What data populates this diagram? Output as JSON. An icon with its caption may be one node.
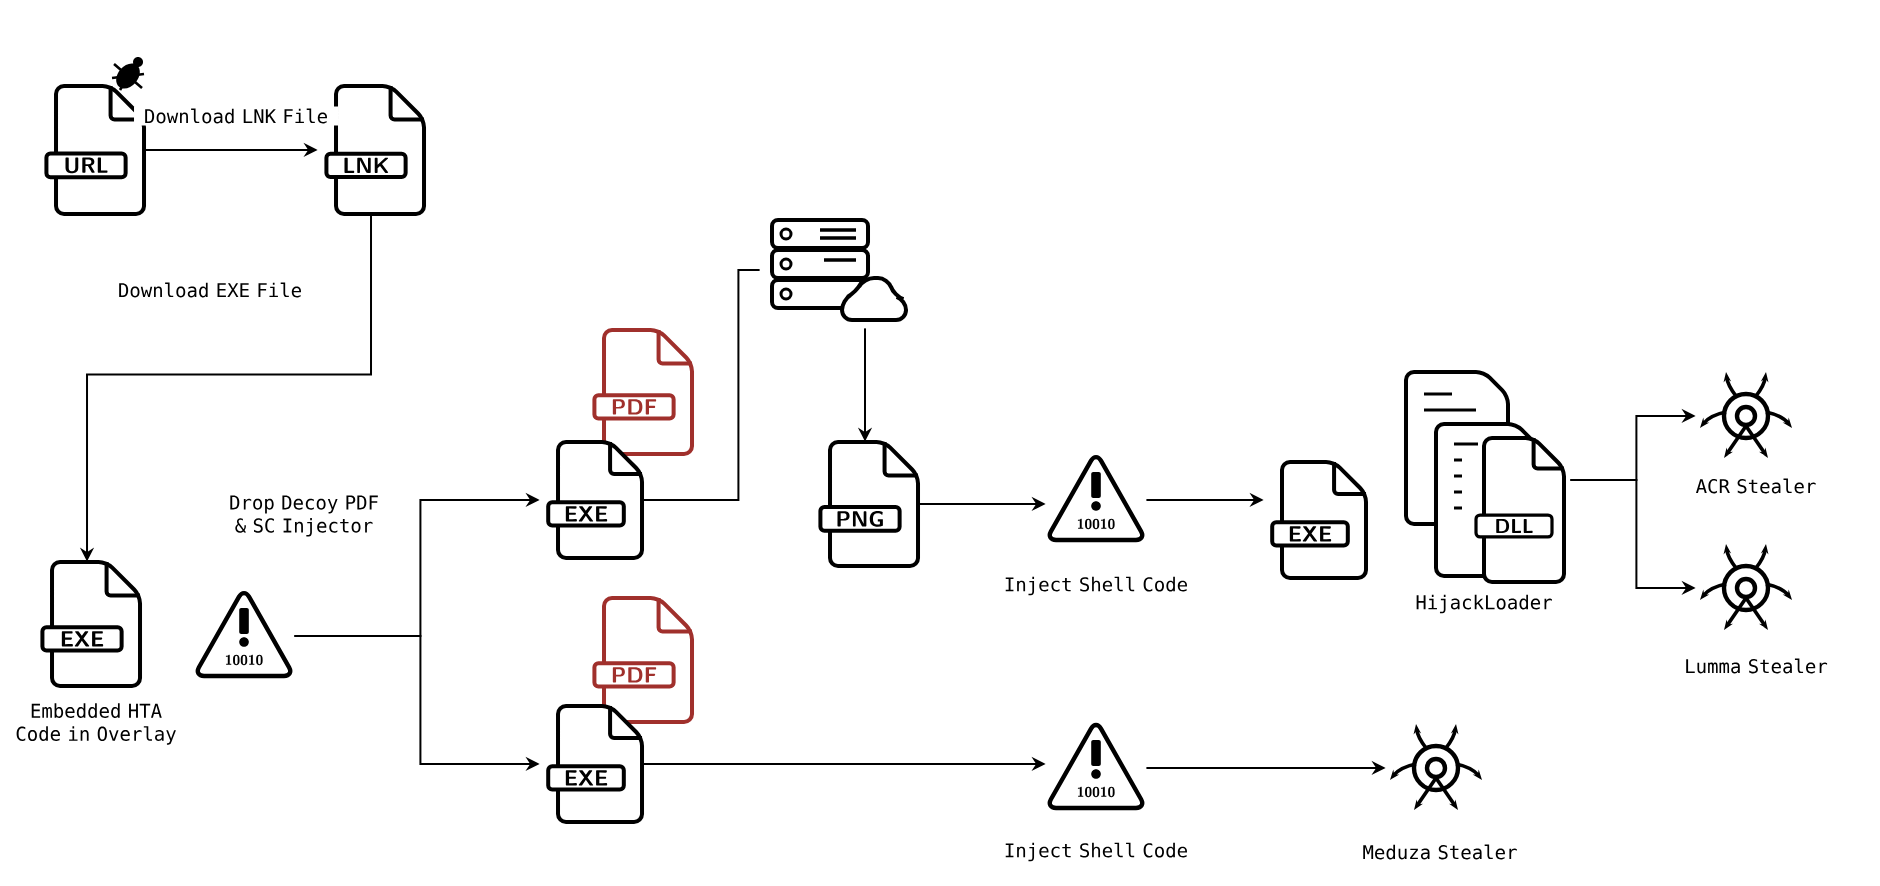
{
  "diagram": {
    "nodes": [
      {
        "text": [
          "URL"
        ]
      },
      {
        "text": [
          "LNK"
        ]
      },
      {
        "text": [
          "EXE"
        ],
        "beside": [
          "Embedded HTA Code in Overlay"
        ]
      },
      {
        "text": [
          "10010"
        ]
      },
      {
        "text": [
          "PDF"
        ]
      },
      {
        "text": [
          "EXE"
        ]
      },
      {
        "text": [],
        "shape": "server"
      },
      {
        "text": [
          "PNG"
        ]
      },
      {
        "text": [
          "10010"
        ],
        "beside": [
          "Inject Shell Code"
        ]
      },
      {
        "text": [
          "EXE"
        ]
      },
      {
        "text": [
          "DLL"
        ],
        "beside": [
          "HijackLoader"
        ]
      },
      {
        "text": [],
        "shape": "picture",
        "beside": [
          "ACR Stealer"
        ]
      },
      {
        "text": [],
        "shape": "picture",
        "beside": [
          "Lumma Stealer"
        ]
      },
      {
        "text": [
          "PDF"
        ]
      },
      {
        "text": [
          "EXE"
        ]
      },
      {
        "text": [
          "10010"
        ],
        "beside": [
          "Inject Shell Code"
        ]
      },
      {
        "text": [],
        "shape": "picture",
        "beside": [
          "Meduza Stealer"
        ]
      }
    ],
    "edges": [
      {
        "from": 0,
        "to": 1,
        "arrow": "to",
        "label": "Download LNK File"
      },
      {
        "from": 1,
        "to": 2,
        "arrow": "to",
        "label": "Download EXE File"
      },
      {
        "from": 3,
        "to": 5,
        "arrow": "to",
        "label": "Drop Decoy PDF & SC Injector"
      },
      {
        "from": 3,
        "to": 14,
        "arrow": "to"
      },
      {
        "from": 5,
        "to": 6,
        "arrow": "none"
      },
      {
        "from": 6,
        "to": 7,
        "arrow": "to"
      },
      {
        "from": 7,
        "to": 8,
        "arrow": "to"
      },
      {
        "from": 8,
        "to": 9,
        "arrow": "to"
      },
      {
        "from": 10,
        "to": 11,
        "arrow": "to"
      },
      {
        "from": 10,
        "to": 12,
        "arrow": "to"
      },
      {
        "from": 14,
        "to": 15,
        "arrow": "to"
      },
      {
        "from": 15,
        "to": 16,
        "arrow": "to"
      }
    ]
  }
}
